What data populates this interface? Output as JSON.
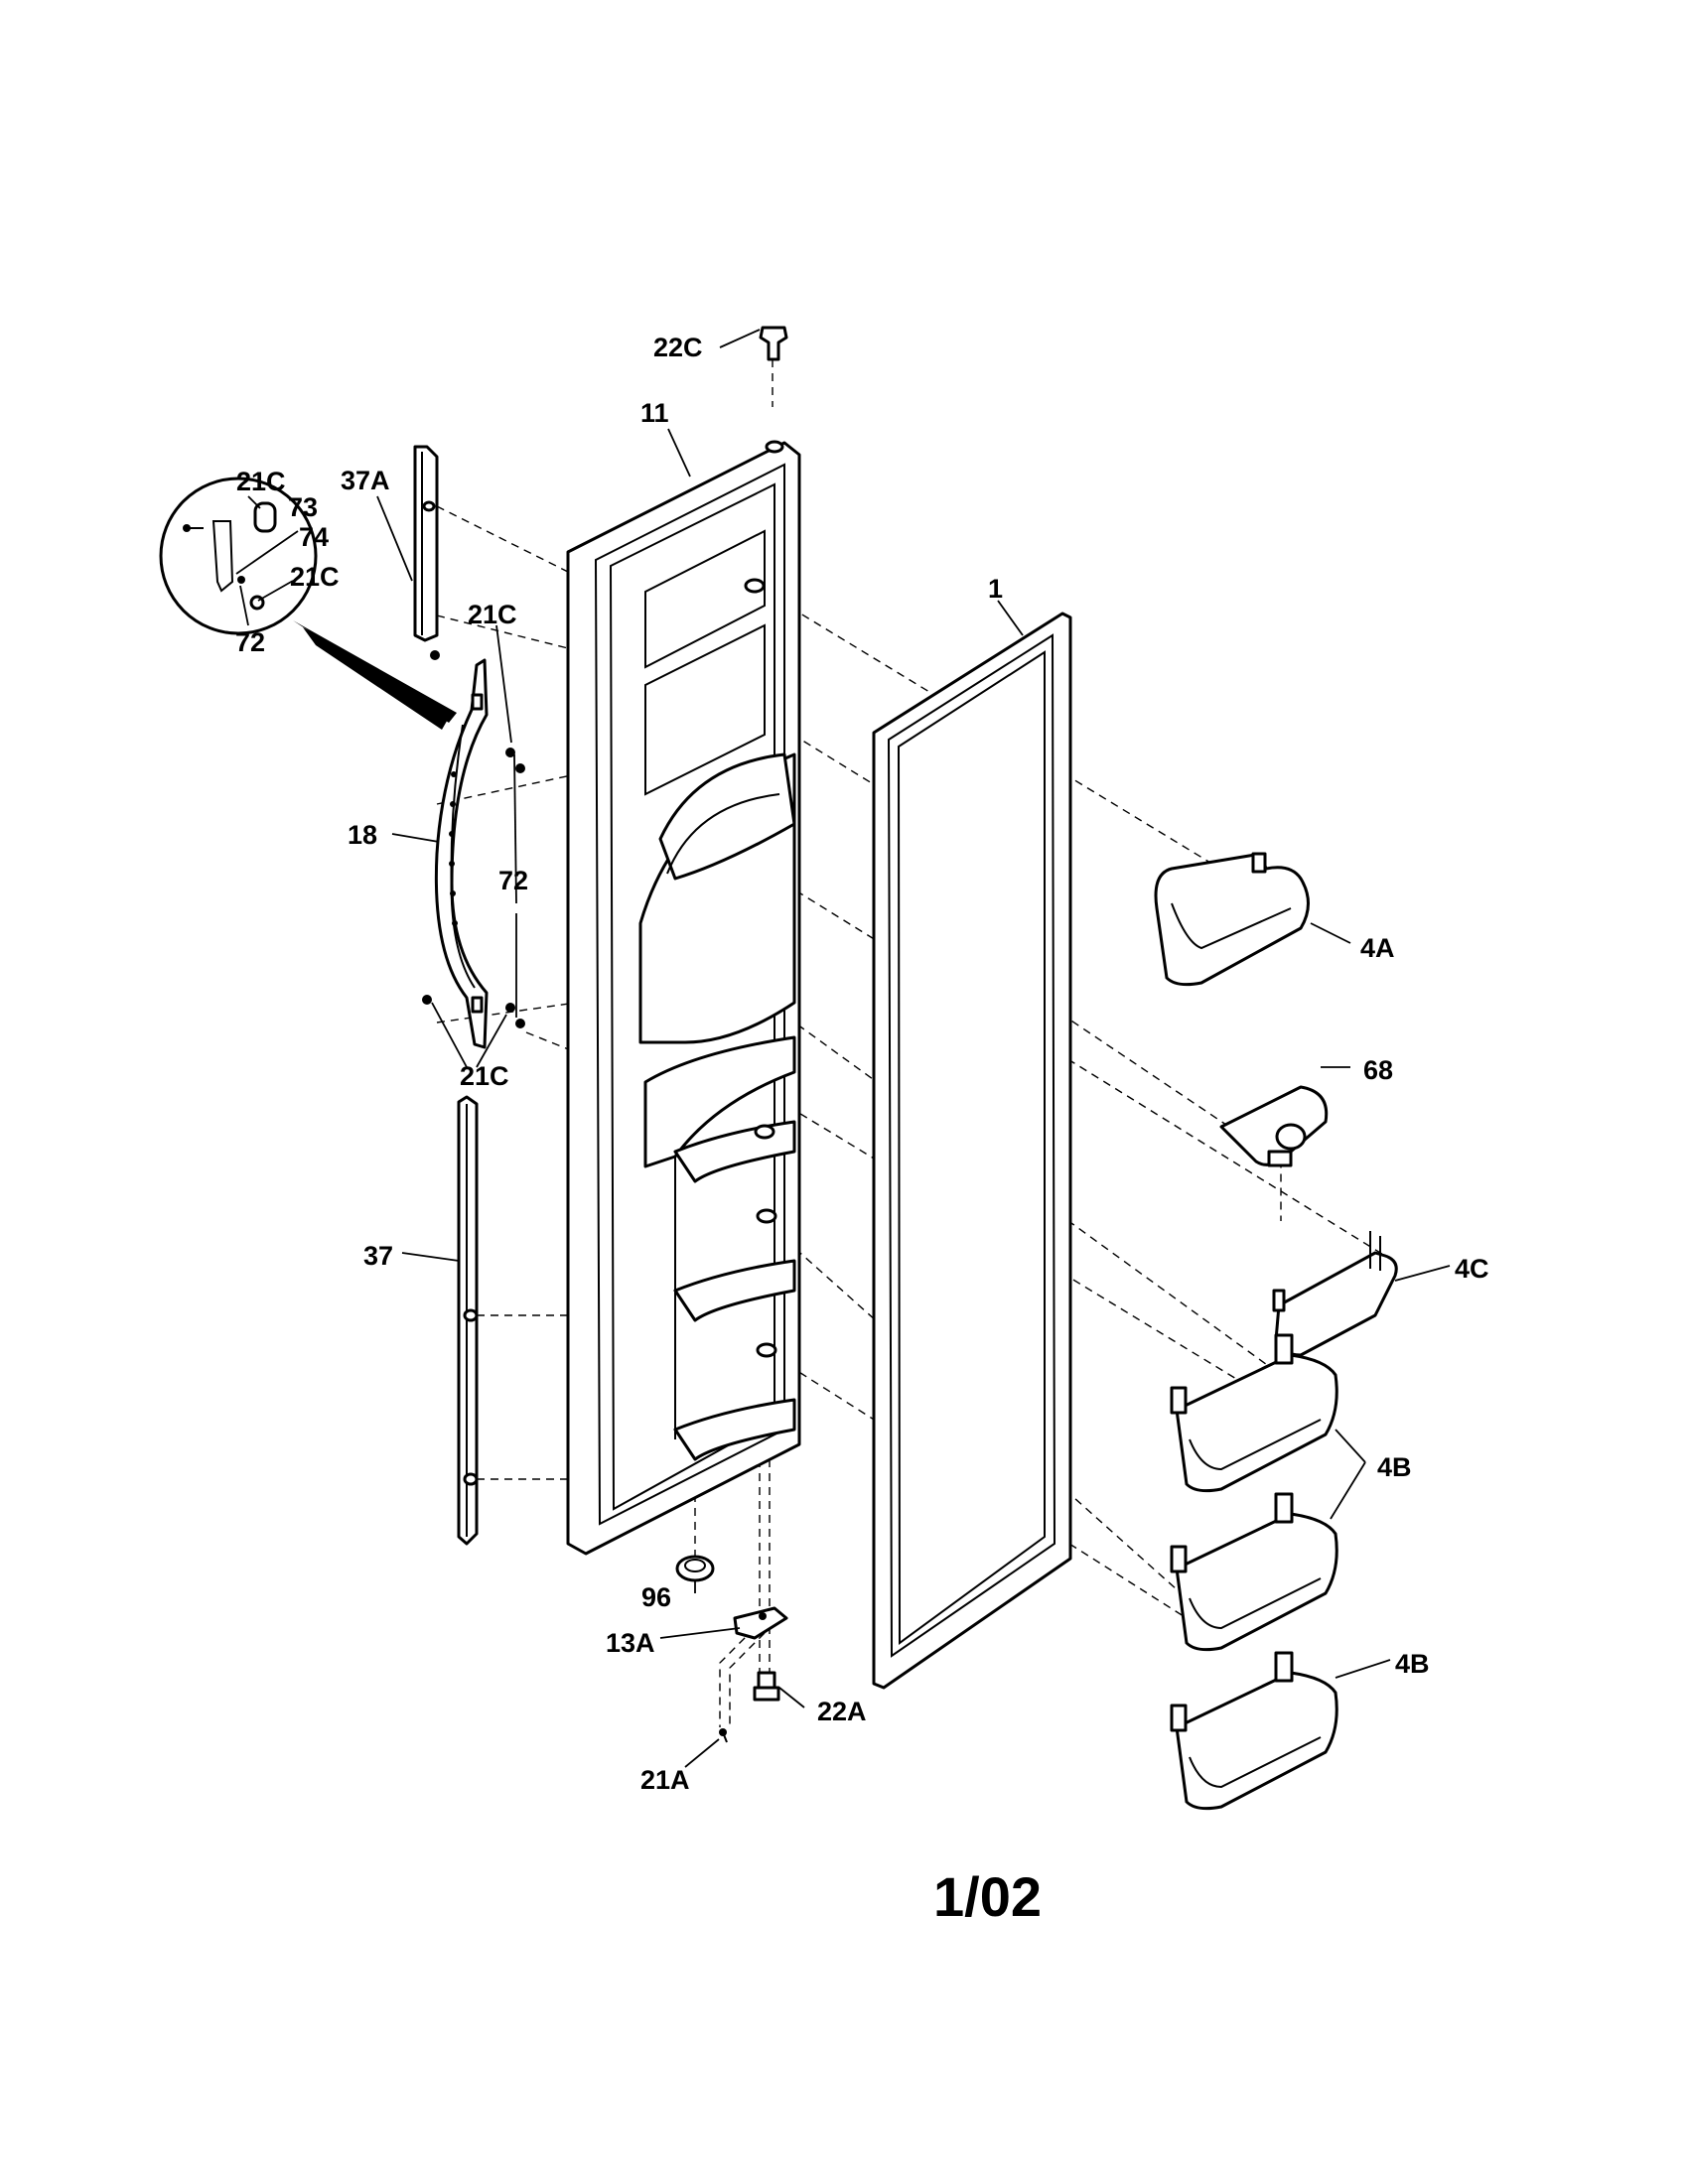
{
  "labels": {
    "l22C": "22C",
    "l11": "11",
    "l37A": "37A",
    "l21C_a": "21C",
    "l73": "73",
    "l74": "74",
    "l21C_b": "21C",
    "l72_a": "72",
    "l21C_c": "21C",
    "l1": "1",
    "l18": "18",
    "l72_b": "72",
    "l4A": "4A",
    "l68": "68",
    "l21C_d": "21C",
    "l37": "37",
    "l4C": "4C",
    "l4B_a": "4B",
    "l96": "96",
    "l13A": "13A",
    "l22A": "22A",
    "l4B_b": "4B",
    "l21A": "21A"
  },
  "date_code": "1/02"
}
